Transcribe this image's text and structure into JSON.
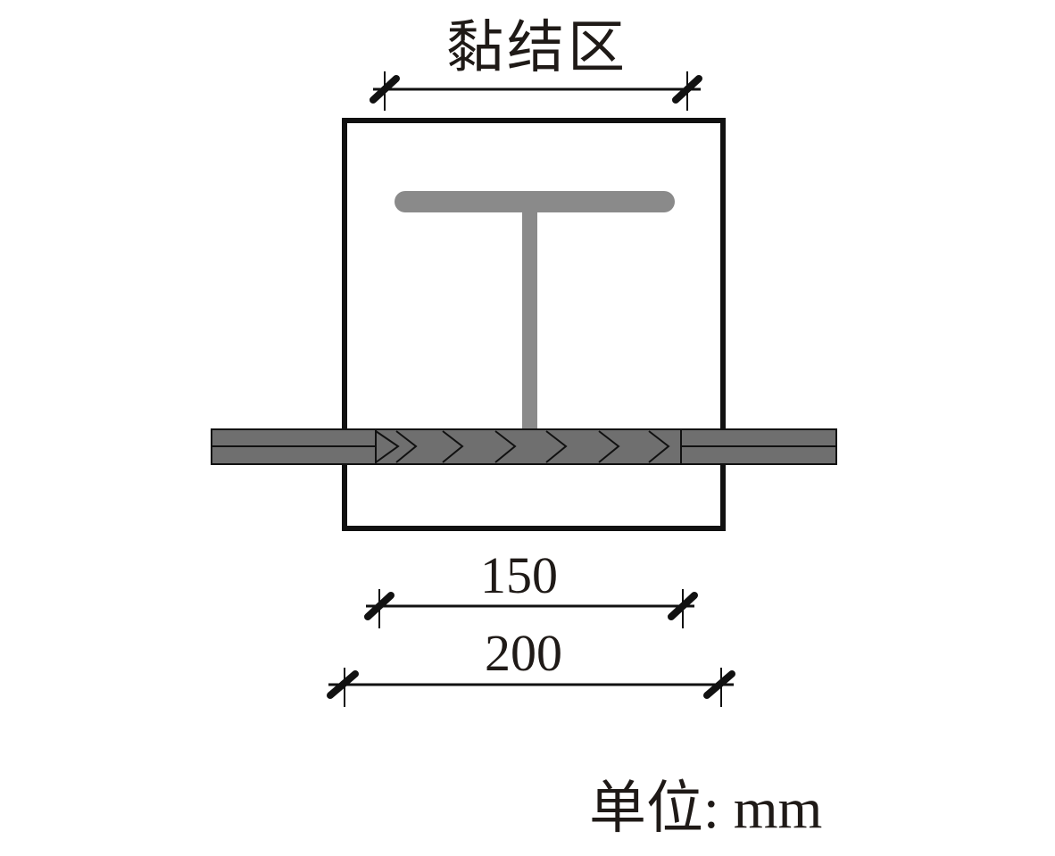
{
  "labels": {
    "bond_zone": "黏结区",
    "dim_150": "150",
    "dim_200": "200",
    "unit": "单位: mm"
  },
  "colors": {
    "line": "#111111",
    "steel_section": "#8a8a8a",
    "rebar": "#6f6f6f",
    "background": "#ffffff"
  },
  "icons": {
    "rib_marks": "chevron-right"
  }
}
